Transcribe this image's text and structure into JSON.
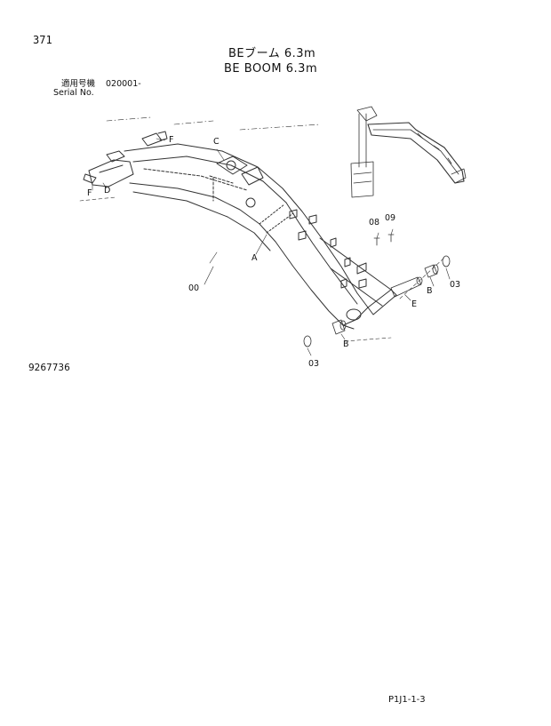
{
  "header": {
    "page_number": "371",
    "title_jp": "BEブーム 6.3m",
    "title_en": "BE BOOM 6.3m",
    "serial_label_jp": "適用号機",
    "serial_range": "020001-",
    "serial_label_en": "Serial No."
  },
  "drawing_number": "9267736",
  "page_code": "P1J1-1-3",
  "callouts": {
    "c": "C",
    "f_top": "F",
    "f_left": "F",
    "d": "D",
    "a": "A",
    "p00": "00",
    "p08": "08",
    "p09": "09",
    "e": "E",
    "b_right": "B",
    "p03_right": "03",
    "b_bottom": "B",
    "p03_bottom": "03"
  }
}
